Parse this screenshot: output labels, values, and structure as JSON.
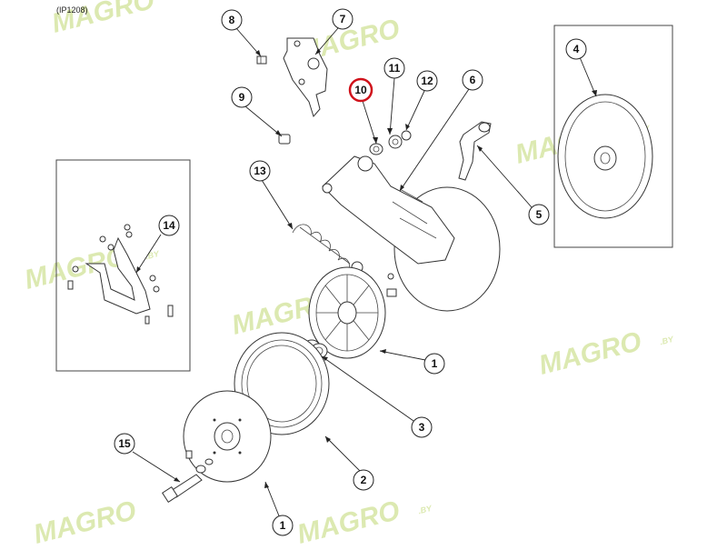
{
  "diagram": {
    "code": "(IP1208)",
    "watermark": "MAGRO",
    "watermark_suffix": ".BY",
    "highlight_color": "#d0121b",
    "watermark_color": "#d6e6a3",
    "callouts": [
      {
        "id": "c8",
        "label": "8"
      },
      {
        "id": "c7",
        "label": "7"
      },
      {
        "id": "c10",
        "label": "10",
        "highlighted": true
      },
      {
        "id": "c11",
        "label": "11"
      },
      {
        "id": "c12",
        "label": "12"
      },
      {
        "id": "c6",
        "label": "6"
      },
      {
        "id": "c4",
        "label": "4"
      },
      {
        "id": "c9",
        "label": "9"
      },
      {
        "id": "c13",
        "label": "13"
      },
      {
        "id": "c5",
        "label": "5"
      },
      {
        "id": "c14",
        "label": "14"
      },
      {
        "id": "c1a",
        "label": "1"
      },
      {
        "id": "c3",
        "label": "3"
      },
      {
        "id": "c2",
        "label": "2"
      },
      {
        "id": "c15",
        "label": "15"
      },
      {
        "id": "c1b",
        "label": "1"
      }
    ]
  }
}
